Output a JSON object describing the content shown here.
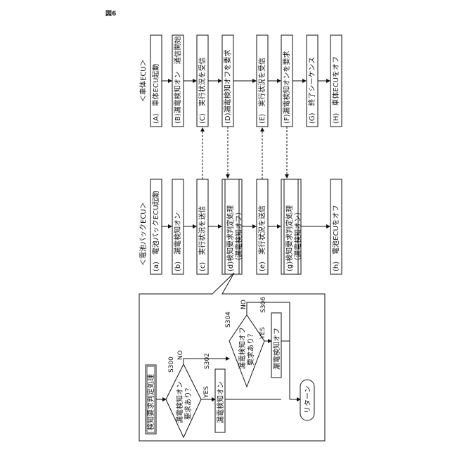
{
  "figure_label": "図6",
  "vehicle": {
    "header": "＜車体ECU＞",
    "boxes": [
      "(A)　車体ECU起動",
      "(B)漏電検知オン　通信開始",
      "(C)　実行状況を受信",
      "(D)漏電検知オフを要求",
      "(E)　実行状況を受信",
      "(F)漏電検知オンを要求",
      "(G)　終了シーケンス",
      "(H)　車体ECUをオフ"
    ]
  },
  "battery": {
    "header": "＜電池パックECU＞",
    "boxes": [
      "(a)　電池パックECU起動",
      "(b)　漏電検知オン",
      "(c)　実行状況を送信",
      "(d)検知要求判定処理",
      "(e)　実行状況を送信",
      "(g)検知要求判定処理",
      "(h)　電池ECUをオフ"
    ],
    "sub_notes": [
      "（漏電検知オフ）",
      "（漏電検知オン）"
    ]
  },
  "flowchart": {
    "title": "検知要求判定処理",
    "steps": {
      "s300": "S300",
      "decision1_line1": "漏電検知オン",
      "decision1_line2": "要求あり？",
      "s302": "S302",
      "process1": "漏電検知オン",
      "s304": "S304",
      "decision2_line1": "漏電検知オフ",
      "decision2_line2": "要求あり？",
      "s306": "S306",
      "process2": "漏電検知オフ",
      "return": "リターン"
    },
    "labels": {
      "yes": "YES",
      "no": "NO"
    }
  }
}
